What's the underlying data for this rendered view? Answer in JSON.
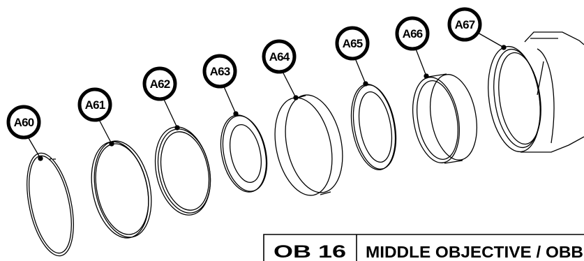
{
  "callouts": [
    "A60",
    "A61",
    "A62",
    "A63",
    "A64",
    "A65",
    "A66",
    "A67"
  ],
  "title_block": {
    "code": "OB 16",
    "description": "MIDDLE OBJECTIVE / OBB"
  },
  "colors": {
    "line": "#000000",
    "background": "#ffffff"
  }
}
